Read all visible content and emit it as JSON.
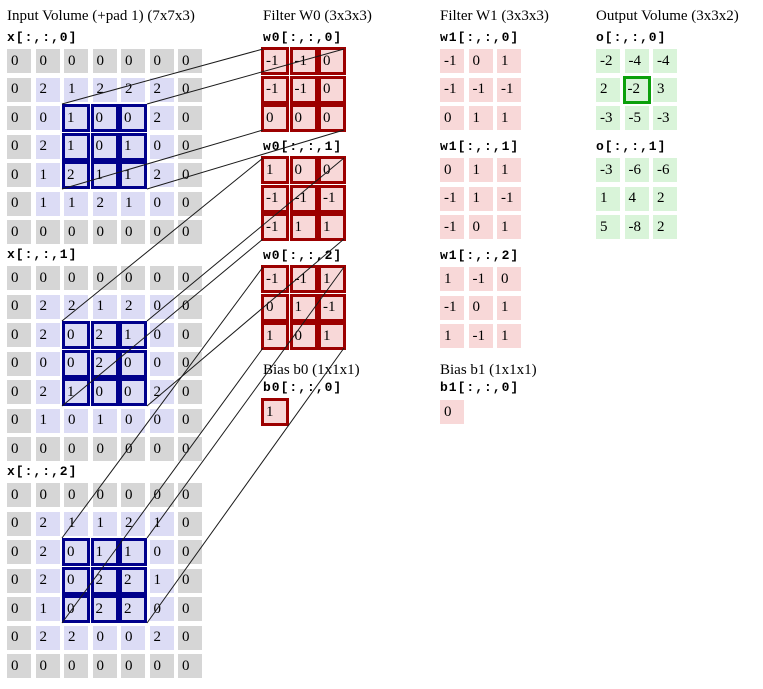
{
  "input": {
    "title": "Input Volume (+pad 1) (7x7x3)",
    "highlight": {
      "row_start": 2,
      "row_end": 4,
      "col_start": 2,
      "col_end": 4
    },
    "slices": [
      {
        "label": "x[:,:,0]",
        "rows": [
          [
            0,
            0,
            0,
            0,
            0,
            0,
            0
          ],
          [
            0,
            2,
            1,
            2,
            2,
            2,
            0
          ],
          [
            0,
            0,
            1,
            0,
            0,
            2,
            0
          ],
          [
            0,
            2,
            1,
            0,
            1,
            0,
            0
          ],
          [
            0,
            1,
            2,
            1,
            1,
            2,
            0
          ],
          [
            0,
            1,
            1,
            2,
            1,
            0,
            0
          ],
          [
            0,
            0,
            0,
            0,
            0,
            0,
            0
          ]
        ]
      },
      {
        "label": "x[:,:,1]",
        "rows": [
          [
            0,
            0,
            0,
            0,
            0,
            0,
            0
          ],
          [
            0,
            2,
            2,
            1,
            2,
            0,
            0
          ],
          [
            0,
            2,
            0,
            2,
            1,
            0,
            0
          ],
          [
            0,
            0,
            0,
            2,
            0,
            0,
            0
          ],
          [
            0,
            2,
            1,
            0,
            0,
            2,
            0
          ],
          [
            0,
            1,
            0,
            1,
            0,
            0,
            0
          ],
          [
            0,
            0,
            0,
            0,
            0,
            0,
            0
          ]
        ]
      },
      {
        "label": "x[:,:,2]",
        "rows": [
          [
            0,
            0,
            0,
            0,
            0,
            0,
            0
          ],
          [
            0,
            2,
            1,
            1,
            2,
            1,
            0
          ],
          [
            0,
            2,
            0,
            1,
            1,
            0,
            0
          ],
          [
            0,
            2,
            0,
            2,
            2,
            1,
            0
          ],
          [
            0,
            1,
            0,
            2,
            2,
            0,
            0
          ],
          [
            0,
            2,
            2,
            0,
            0,
            2,
            0
          ],
          [
            0,
            0,
            0,
            0,
            0,
            0,
            0
          ]
        ]
      }
    ]
  },
  "filter_w0": {
    "title": "Filter W0 (3x3x3)",
    "slices": [
      {
        "label": "w0[:,:,0]",
        "rows": [
          [
            -1,
            -1,
            0
          ],
          [
            -1,
            -1,
            0
          ],
          [
            0,
            0,
            0
          ]
        ]
      },
      {
        "label": "w0[:,:,1]",
        "rows": [
          [
            1,
            0,
            0
          ],
          [
            -1,
            -1,
            -1
          ],
          [
            -1,
            1,
            1
          ]
        ]
      },
      {
        "label": "w0[:,:,2]",
        "rows": [
          [
            -1,
            -1,
            1
          ],
          [
            0,
            1,
            -1
          ],
          [
            1,
            0,
            1
          ]
        ]
      }
    ]
  },
  "filter_w1": {
    "title": "Filter W1 (3x3x3)",
    "slices": [
      {
        "label": "w1[:,:,0]",
        "rows": [
          [
            -1,
            0,
            1
          ],
          [
            -1,
            -1,
            -1
          ],
          [
            0,
            1,
            1
          ]
        ]
      },
      {
        "label": "w1[:,:,1]",
        "rows": [
          [
            0,
            1,
            1
          ],
          [
            -1,
            1,
            -1
          ],
          [
            -1,
            0,
            1
          ]
        ]
      },
      {
        "label": "w1[:,:,2]",
        "rows": [
          [
            1,
            -1,
            0
          ],
          [
            -1,
            0,
            1
          ],
          [
            1,
            -1,
            1
          ]
        ]
      }
    ]
  },
  "bias_b0": {
    "title": "Bias b0 (1x1x1)",
    "label": "b0[:,:,0]",
    "value": "1"
  },
  "bias_b1": {
    "title": "Bias b1 (1x1x1)",
    "label": "b1[:,:,0]",
    "value": "0"
  },
  "output": {
    "title": "Output Volume (3x3x2)",
    "highlight": {
      "slice": 0,
      "row": 1,
      "col": 1
    },
    "slices": [
      {
        "label": "o[:,:,0]",
        "rows": [
          [
            -2,
            -4,
            -4
          ],
          [
            2,
            -2,
            3
          ],
          [
            -3,
            -5,
            -3
          ]
        ]
      },
      {
        "label": "o[:,:,1]",
        "rows": [
          [
            -3,
            -6,
            -6
          ],
          [
            1,
            4,
            2
          ],
          [
            5,
            -8,
            2
          ]
        ]
      }
    ]
  },
  "colors": {
    "cell_gray": "#d6d6d6",
    "cell_lavender": "#dcdcf5",
    "cell_pink": "#f8d8d8",
    "cell_green": "#d9f4d9",
    "input_highlight_border": "#00008b",
    "filter_border": "#9c0000",
    "output_highlight_border": "#0ca00c",
    "connector_line": "#1a1a1a"
  }
}
